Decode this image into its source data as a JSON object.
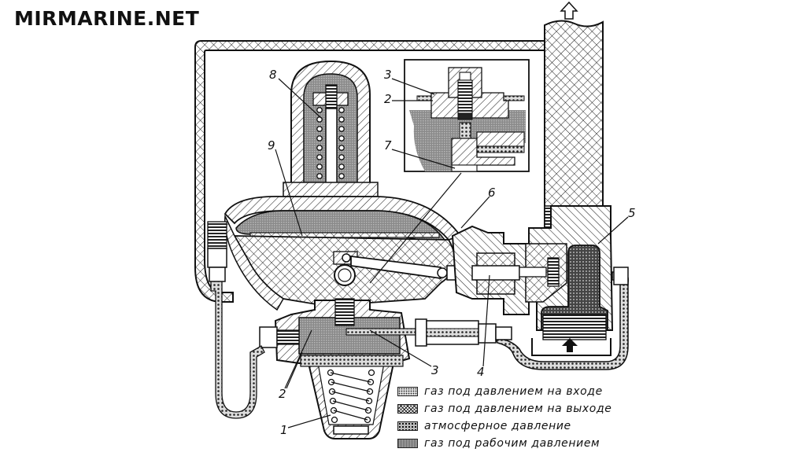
{
  "site": {
    "logo_text": "MIRMARINE.NET"
  },
  "diagram": {
    "subject": "gas pressure regulator cross-section",
    "callouts": [
      {
        "id": "8",
        "label": "8"
      },
      {
        "id": "9",
        "label": "9"
      },
      {
        "id": "3-inset",
        "label": "3"
      },
      {
        "id": "2-inset",
        "label": "2"
      },
      {
        "id": "7",
        "label": "7"
      },
      {
        "id": "6",
        "label": "6"
      },
      {
        "id": "5",
        "label": "5"
      },
      {
        "id": "4",
        "label": "4"
      },
      {
        "id": "3",
        "label": "3"
      },
      {
        "id": "2",
        "label": "2"
      },
      {
        "id": "1",
        "label": "1"
      }
    ],
    "flow_arrows": [
      {
        "name": "outlet-up-arrow",
        "direction": "up"
      },
      {
        "name": "inlet-up-arrow",
        "direction": "up"
      }
    ]
  },
  "legend": {
    "items": [
      {
        "label": "газ под давлением на входе",
        "pattern": "inlet",
        "color": "#555555"
      },
      {
        "label": "газ под давлением на выходе",
        "pattern": "outlet",
        "color": "#777777"
      },
      {
        "label": "атмосферное давление",
        "pattern": "atmosphere",
        "color": "#666666"
      },
      {
        "label": "газ под рабочим давлением",
        "pattern": "working",
        "color": "#888888"
      }
    ]
  }
}
